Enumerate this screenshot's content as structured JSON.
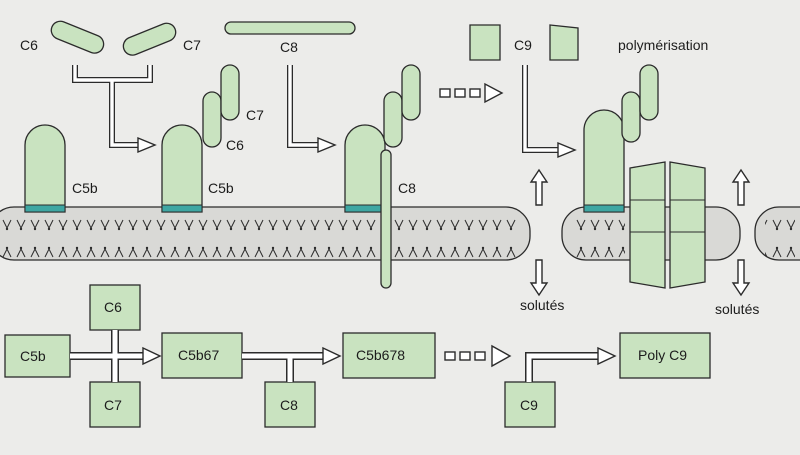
{
  "top": {
    "c6": "C6",
    "c7": "C7",
    "c8": "C8",
    "c9": "C9",
    "polymerisation": "polymérisation",
    "c5b_1": "C5b",
    "c5b_2": "C5b",
    "c7_b": "C7",
    "c6_b": "C6",
    "c8_b": "C8",
    "solutes_1": "solutés",
    "solutes_2": "solutés"
  },
  "flow": {
    "c5b": "C5b",
    "c6": "C6",
    "c7": "C7",
    "c5b67": "C5b67",
    "c8": "C8",
    "c5b678": "C5b678",
    "c9": "C9",
    "polyc9": "Poly C9"
  }
}
